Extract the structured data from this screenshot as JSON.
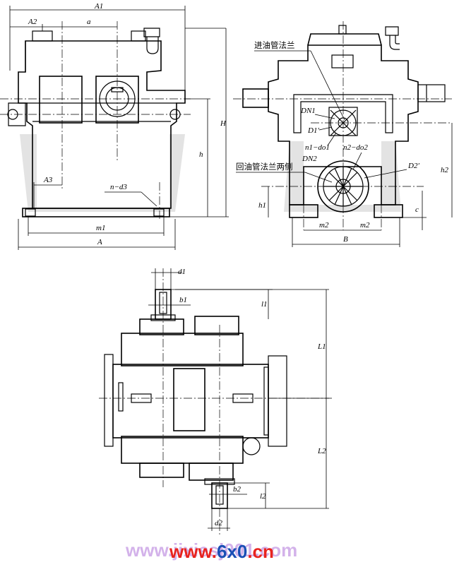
{
  "labels": {
    "A1": "A1",
    "A2": "A2",
    "a": "a",
    "H": "H",
    "h": "h",
    "A3": "A3",
    "n_d3": "n−d3",
    "m1": "m1",
    "A": "A",
    "oil_in_flange": "进油管法兰",
    "DN1": "DN1",
    "D1p": "D1′",
    "n1_do1": "n1−do1",
    "n2_do2": "n2−do2",
    "DN2": "DN2",
    "oil_return_flange": "回油管法兰两侧",
    "D2p": "D2′",
    "h2": "h2",
    "h1": "h1",
    "c": "c",
    "m2_left": "m2",
    "m2_right": "m2",
    "B": "B",
    "d1": "d1",
    "b1": "b1",
    "l1": "l1",
    "L1": "L1",
    "L2": "L2",
    "b2": "b2",
    "l2": "l2",
    "d2": "d2"
  },
  "watermark": {
    "faded_text": "www.jixiesj001.com",
    "main_text": "www.6x0.cn",
    "faded_color": "#c9a0e6",
    "main_color_www": "#e8231e",
    "main_color_6x0": "#1a4fb5"
  }
}
